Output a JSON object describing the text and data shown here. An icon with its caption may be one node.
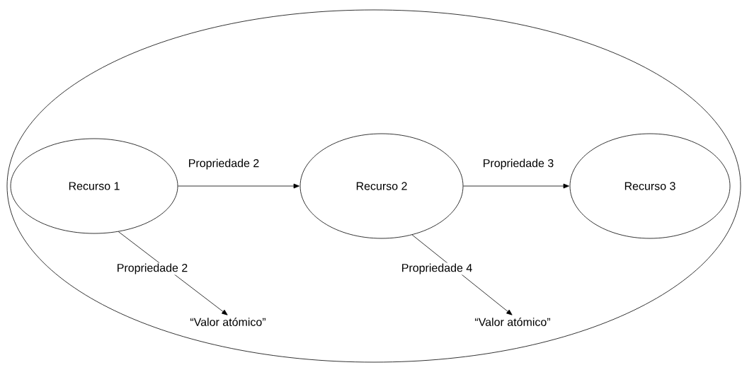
{
  "diagram": {
    "nodes": [
      {
        "text": [],
        "shape": "ellipse"
      },
      {
        "text": [
          "Recurso 1"
        ],
        "in": 0
      },
      {
        "text": [
          "Recurso 2"
        ],
        "in": 0
      },
      {
        "text": [
          "Recurso 3"
        ],
        "in": 0
      },
      {
        "text": [
          "“Valor atómico”"
        ],
        "in": 0
      },
      {
        "text": [
          "“Valor atómico”"
        ],
        "in": 0
      }
    ],
    "edges": [
      {
        "from": 1,
        "to": 2,
        "arrow": "to",
        "label": "Propriedade 2"
      },
      {
        "from": 2,
        "to": 3,
        "arrow": "to",
        "label": "Propriedade 3"
      },
      {
        "from": 1,
        "to": 4,
        "arrow": "to",
        "label": "Propriedade 2"
      },
      {
        "from": 2,
        "to": 5,
        "arrow": "to",
        "label": "Propriedade 4"
      }
    ]
  }
}
